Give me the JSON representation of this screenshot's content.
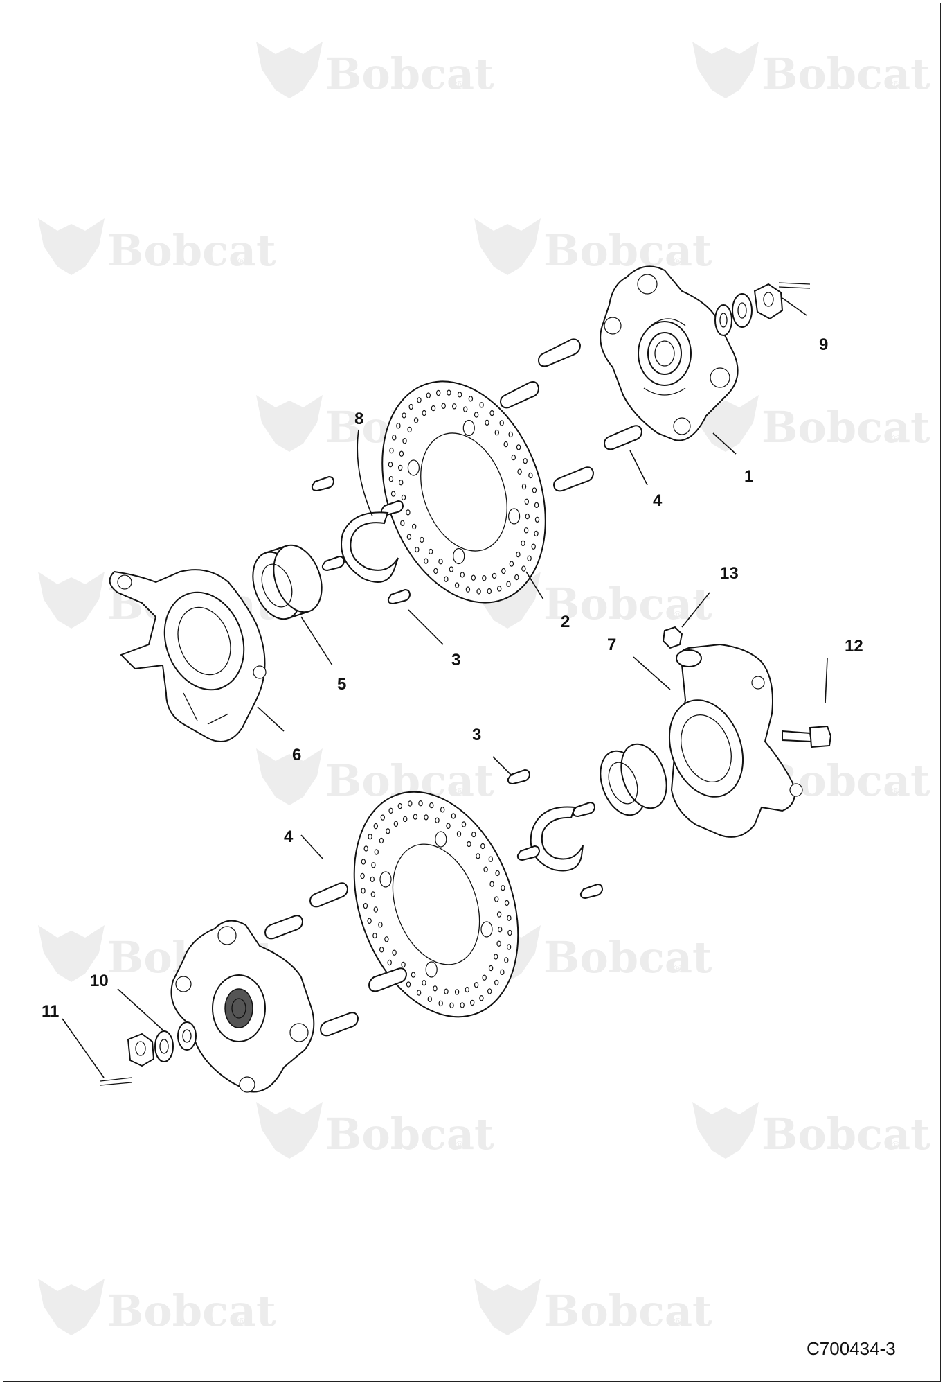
{
  "watermark": {
    "brand": "Bobcat",
    "mark": "®"
  },
  "figure_id": "C700434-3",
  "callouts": [
    {
      "id": "c1",
      "label": "1"
    },
    {
      "id": "c2",
      "label": "2"
    },
    {
      "id": "c3a",
      "label": "3"
    },
    {
      "id": "c3b",
      "label": "3"
    },
    {
      "id": "c4a",
      "label": "4"
    },
    {
      "id": "c4b",
      "label": "4"
    },
    {
      "id": "c5",
      "label": "5"
    },
    {
      "id": "c6",
      "label": "6"
    },
    {
      "id": "c7",
      "label": "7"
    },
    {
      "id": "c8",
      "label": "8"
    },
    {
      "id": "c9",
      "label": "9"
    },
    {
      "id": "c10",
      "label": "10"
    },
    {
      "id": "c11",
      "label": "11"
    },
    {
      "id": "c12",
      "label": "12"
    },
    {
      "id": "c13",
      "label": "13"
    }
  ]
}
